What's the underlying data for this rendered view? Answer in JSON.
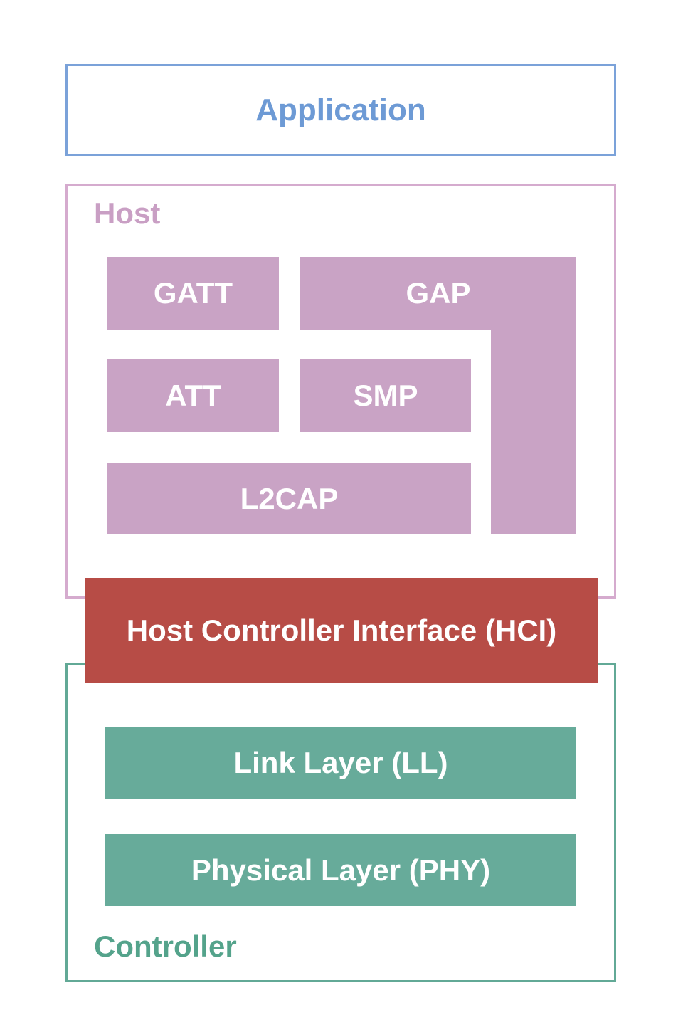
{
  "diagram": {
    "application": {
      "label": "Application"
    },
    "host": {
      "label": "Host",
      "blocks": {
        "gatt": "GATT",
        "gap": "GAP",
        "att": "ATT",
        "smp": "SMP",
        "l2cap": "L2CAP"
      }
    },
    "hci": {
      "label": "Host Controller Interface (HCI)"
    },
    "controller": {
      "label": "Controller",
      "blocks": {
        "link_layer": "Link Layer (LL)",
        "physical_layer": "Physical Layer (PHY)"
      }
    }
  },
  "colors": {
    "blue_border": "#7ba2d9",
    "blue_text": "#6d9ad5",
    "pink_border": "#d5abce",
    "pink_text": "#c99fc4",
    "mauve_fill": "#c9a3c5",
    "red_fill": "#b74c46",
    "teal_fill": "#67ab9a",
    "teal_border": "#62a996",
    "teal_text": "#54a38b",
    "white_text": "#ffffff"
  }
}
